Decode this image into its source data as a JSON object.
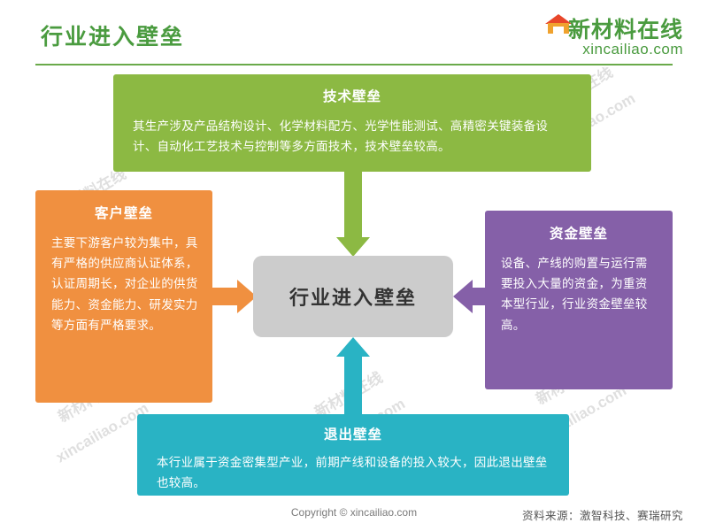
{
  "header": {
    "title": "行业进入壁垒",
    "logo_cn": "新材料在线",
    "logo_en": "xincailiao.com"
  },
  "center": {
    "label": "行业进入壁垒"
  },
  "boxes": [
    {
      "id": "tech",
      "title": "技术壁垒",
      "body": "其生产涉及产品结构设计、化学材料配方、光学性能测试、高精密关键装备设计、自动化工艺技术与控制等多方面技术，技术壁垒较高。",
      "color": "#8cb943"
    },
    {
      "id": "customer",
      "title": "客户壁垒",
      "body": "主要下游客户较为集中，具有严格的供应商认证体系，认证周期长，对企业的供货能力、资金能力、研发实力等方面有严格要求。",
      "color": "#f09040"
    },
    {
      "id": "capital",
      "title": "资金壁垒",
      "body": "设备、产线的购置与运行需要投入大量的资金，为重资本型行业，行业资金壁垒较高。",
      "color": "#8560a8"
    },
    {
      "id": "exit",
      "title": "退出壁垒",
      "body": "本行业属于资金密集型产业，前期产线和设备的投入较大，因此退出壁垒也较高。",
      "color": "#29b3c4"
    }
  ],
  "footer": {
    "copyright": "Copyright © xincailiao.com",
    "source": "资料来源：激智科技、赛瑞研究"
  },
  "watermarks": {
    "cn": "新材料在线",
    "en": "xincailiao.com"
  }
}
